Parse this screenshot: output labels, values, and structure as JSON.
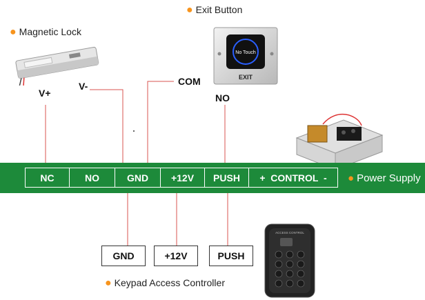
{
  "devices": {
    "magnetic_lock": "Magnetic Lock",
    "exit_button": "Exit Button",
    "power_supply": "Power Supply",
    "keypad": "Keypad Access Controller",
    "exit_button_face": "No Touch",
    "exit_button_plate": "EXIT",
    "keypad_header": "ACCESS CONTROL"
  },
  "wire_labels": {
    "v_plus": "V+",
    "v_minus": "V-",
    "com": "COM",
    "no": "NO"
  },
  "terminals": [
    "NC",
    "NO",
    "GND",
    "+12V",
    "PUSH",
    "+  CONTROL  -"
  ],
  "keypad_terminals": [
    "GND",
    "+12V",
    "PUSH"
  ],
  "colors": {
    "bar": "#1d8a3a",
    "wire": "#d9534f",
    "bullet": "#f7941d"
  }
}
